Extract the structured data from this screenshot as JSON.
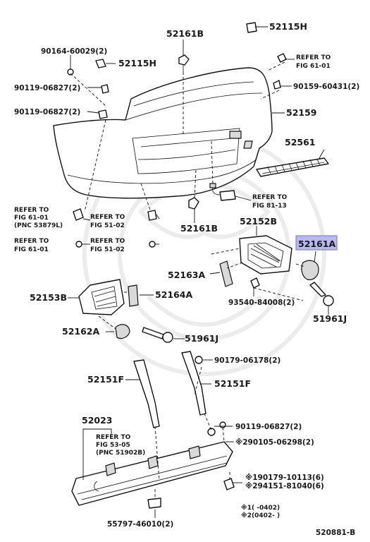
{
  "labels": {
    "p52115h_top": "52115H",
    "p52161b_top": "52161B",
    "p90164": "90164-60029(2)",
    "p52115h_left": "52115H",
    "refer_61_01_top_a": "REFER TO",
    "refer_61_01_top_b": "FIG 61-01",
    "p90119_a": "90119-06827(2)",
    "p90159": "90159-60431(2)",
    "p90119_b": "90119-06827(2)",
    "p52159": "52159",
    "p52561": "52561",
    "refer_81_13_a": "REFER TO",
    "refer_81_13_b": "FIG 81-13",
    "refer_61_01_l_a": "REFER TO",
    "refer_61_01_l_b": "FIG 61-01",
    "refer_61_01_l_c": "(PNC 53879L)",
    "refer_51_02_a_a": "REFER TO",
    "refer_51_02_a_b": "FIG 51-02",
    "p52161b_mid": "52161B",
    "p52152b": "52152B",
    "p52161a": "52161A",
    "refer_61_01_l2_a": "REFER TO",
    "refer_61_01_l2_b": "FIG 61-01",
    "refer_51_02_b_a": "REFER TO",
    "refer_51_02_b_b": "FIG 51-02",
    "p52163a": "52163A",
    "p52153b": "52153B",
    "p52164a": "52164A",
    "p93540": "93540-84008(2)",
    "p51961j_r": "51961J",
    "p52162a": "52162A",
    "p51961j_m": "51961J",
    "p90179_06178": "90179-06178(2)",
    "p52151f_l": "52151F",
    "p52151f_r": "52151F",
    "p52023": "52023",
    "p90119_c": "90119-06827(2)",
    "refer_53_05_a": "REFER TO",
    "refer_53_05_b": "FIG 53-05",
    "refer_53_05_c": "(PNC 51902B)",
    "p90105": "※290105-06298(2)",
    "p90179_10113": "※190179-10113(6)",
    "p94151": "※294151-81040(6)",
    "p55797": "55797-46010(2)",
    "note1": "※1(    -0402)",
    "note2": "※2(0402-    )",
    "figure_id": "520881-B"
  }
}
